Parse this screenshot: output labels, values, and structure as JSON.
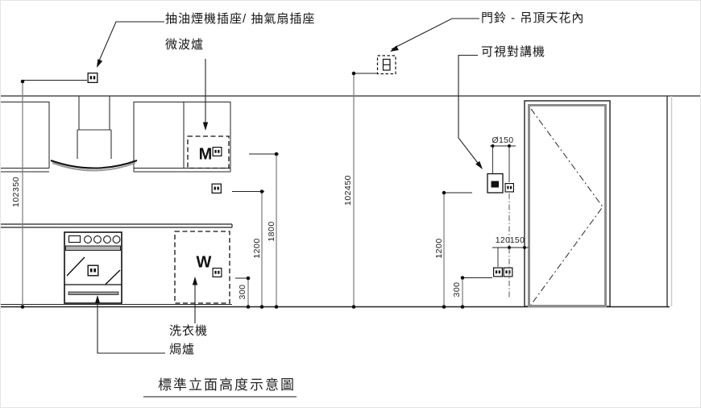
{
  "drawing": {
    "title": "標準立面高度示意圖",
    "callouts": {
      "hood_socket": "抽油煙機插座/ 抽氣扇插座",
      "microwave": "微波爐",
      "doorbell": "門鈴 - 吊頂天花內",
      "intercom": "可視對講機",
      "washer": "洗衣機",
      "oven": "焗爐"
    },
    "marks": {
      "microwave": "M",
      "washer": "W"
    },
    "dims": {
      "level_left": "102350",
      "level_center": "102450",
      "h1800": "1800",
      "h1200_left": "1200",
      "h300_left": "300",
      "h1200_right": "1200",
      "h300_right": "300",
      "dia150": "Ø150",
      "w120": "120",
      "w150": "150"
    },
    "colors": {
      "line": "#1a1a1a",
      "gray_line": "#7a7a7a",
      "background": "#ffffff"
    },
    "icons": [
      "power-socket-icon",
      "doorbell-icon",
      "intercom-icon",
      "door-swing-icon"
    ]
  }
}
